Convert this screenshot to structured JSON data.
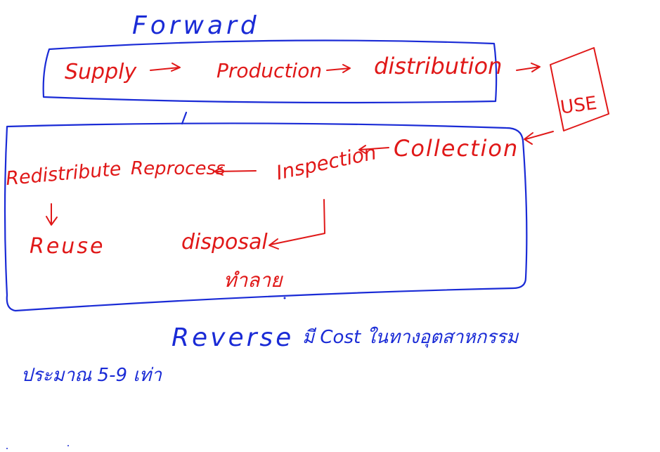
{
  "forward": {
    "title": "Forward",
    "steps": [
      "Supply",
      "Production",
      "distribution"
    ],
    "use_label": "USE"
  },
  "reverse": {
    "steps": {
      "collection": "Collection",
      "inspection": "Inspection",
      "reprocess": "Reprocess",
      "redistribute": "Redistribute",
      "reuse": "Reuse",
      "disposal": "disposal",
      "disposal_thai": "ทำลาย"
    },
    "title": "Reverse",
    "note": "มี Cost ในทางอุตสาหกรรม"
  },
  "footer_note": "ประมาณ 5-9 เท่า",
  "colors": {
    "ink_blue": "#1a2bd6",
    "ink_red": "#e01818"
  }
}
